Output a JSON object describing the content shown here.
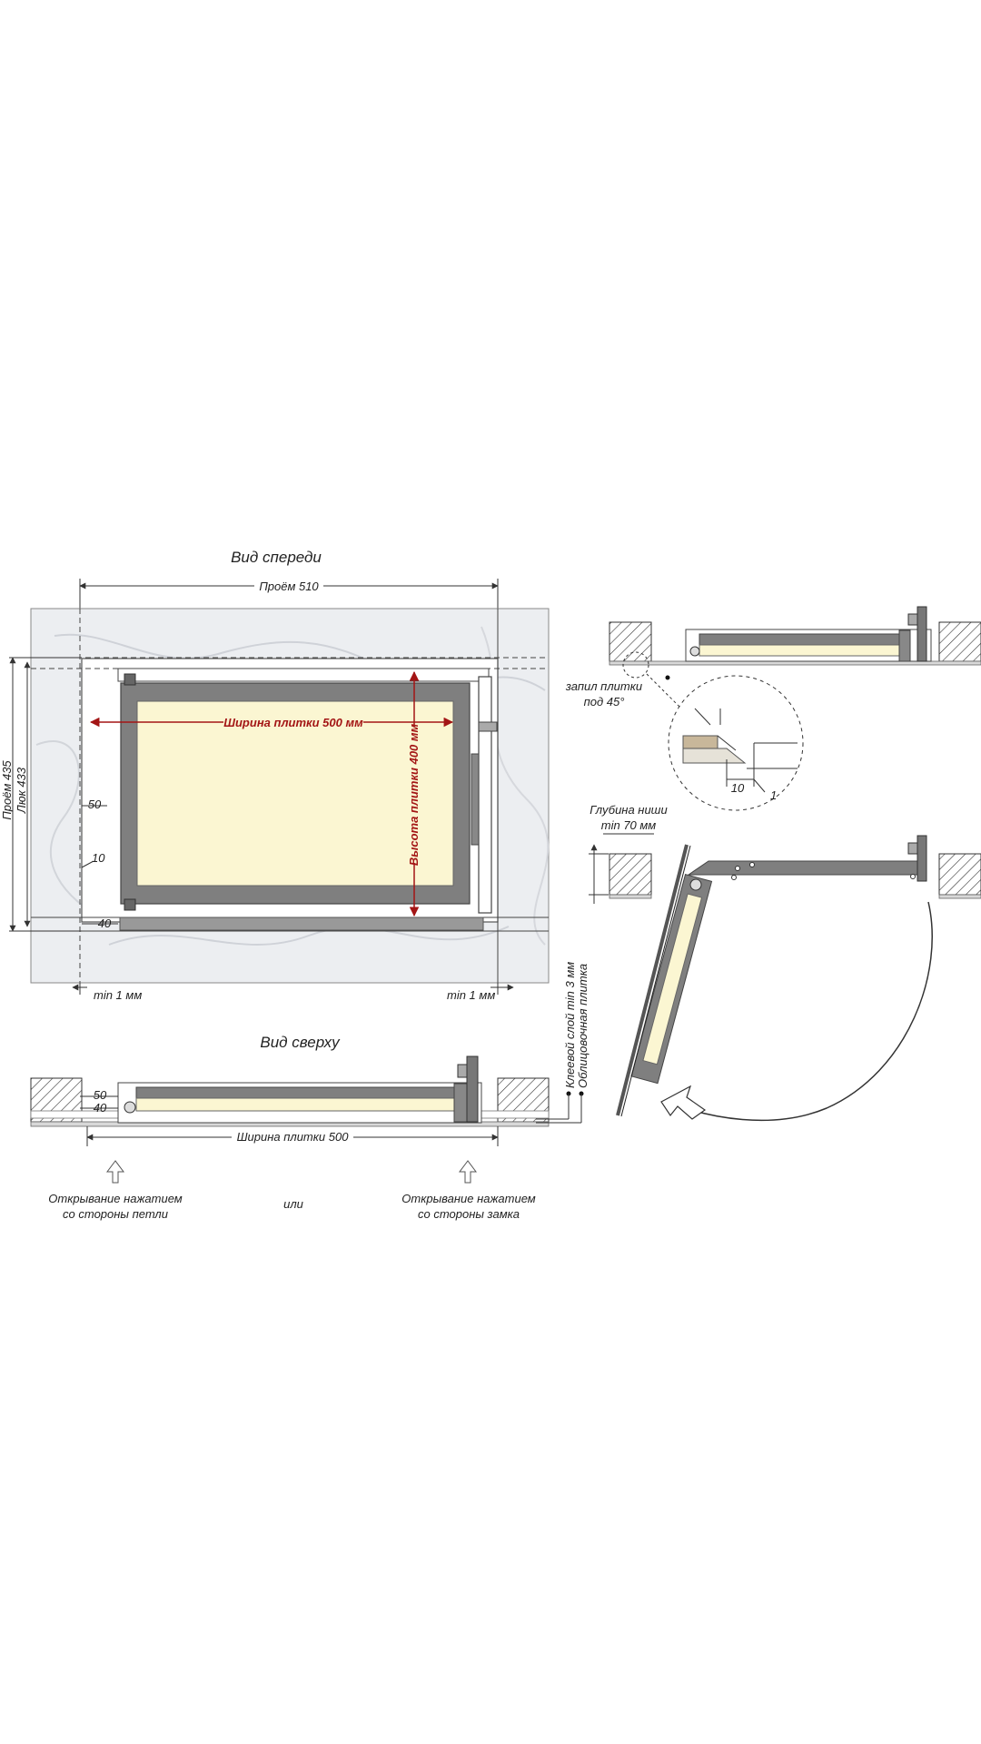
{
  "front_view": {
    "title": "Вид спереди",
    "opening_width": "Проём 510",
    "opening_height": "Проём 435",
    "hatch_height": "Люк 433",
    "tile_width": "Ширина плитки 500 мм",
    "tile_height": "Высота плитки 400 мм",
    "dim_50": "50",
    "dim_10": "10",
    "dim_40": "40",
    "gap_left": "min 1 мм",
    "gap_right": "min 1 мм"
  },
  "top_view": {
    "title": "Вид сверху",
    "dim_50": "50",
    "dim_40": "40",
    "tile_width": "Ширина плитки 500",
    "push_hinge_side": [
      "Открывание нажатием",
      "со стороны петли"
    ],
    "or": "или",
    "push_lock_side": [
      "Открывание нажатием",
      "со стороны замка"
    ]
  },
  "side_detail": {
    "cut_label": [
      "запил плитки",
      "под 45°"
    ],
    "detail_dim_10": "10",
    "detail_dim_1": "1",
    "niche_depth": [
      "Глубина ниши",
      "min 70 мм"
    ],
    "adhesive_layer": "Клеевой слой min 3 мм",
    "facing_tile": "Облицовочная плитка"
  },
  "colors": {
    "frame": "#7f7f7f",
    "frame_dark": "#555555",
    "tile_fill": "#fbf6d2",
    "marble": "#ecedf0",
    "dimension_red": "#a31515",
    "line": "#333333"
  }
}
